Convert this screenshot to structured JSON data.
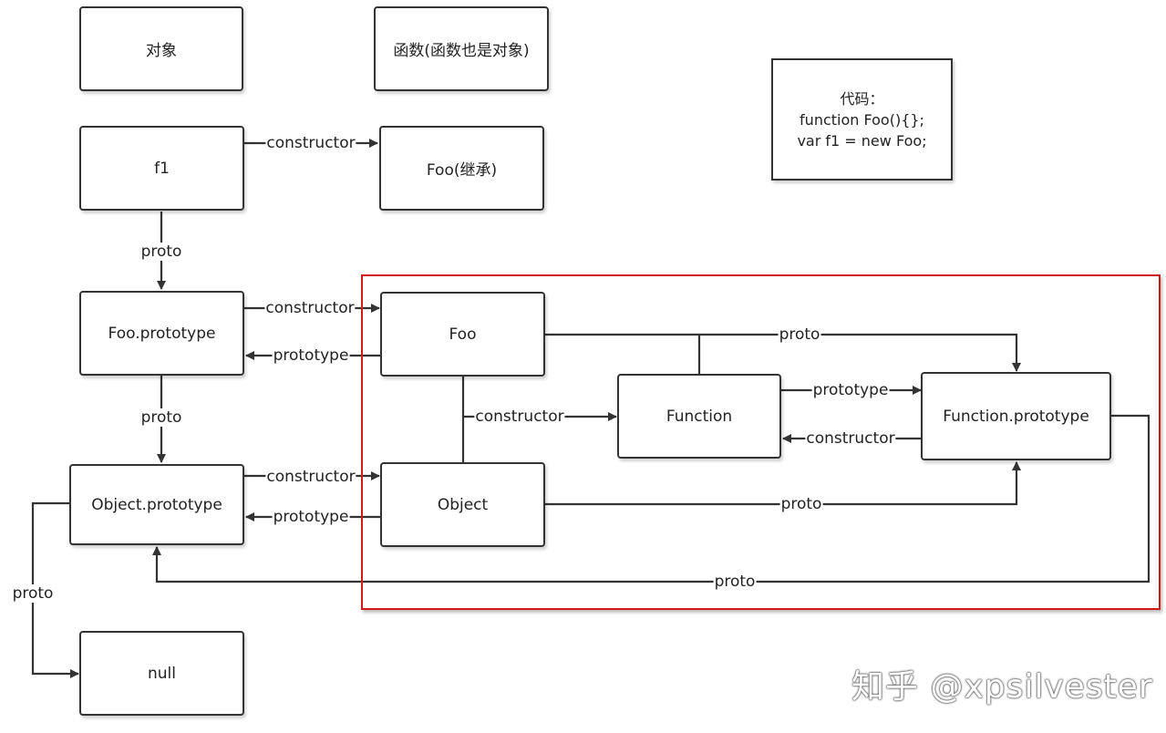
{
  "legend": {
    "object_label": "对象",
    "function_label": "函数(函数也是对象)"
  },
  "code_box": {
    "line1": "代码：",
    "line2": "function Foo(){};",
    "line3": "var  f1  = new Foo;"
  },
  "nodes": {
    "f1": "f1",
    "foo_inherit": "Foo(继承)",
    "foo_prototype": "Foo.prototype",
    "object_prototype": "Object.prototype",
    "null": "null",
    "foo": "Foo",
    "object": "Object",
    "function": "Function",
    "function_prototype": "Function.prototype"
  },
  "edge_labels": {
    "constructor": "constructor",
    "proto": "proto",
    "prototype": "prototype"
  },
  "colors": {
    "line": "#333333",
    "highlight_border": "#d01a1a"
  },
  "watermark": "知乎 @xpsilvester"
}
